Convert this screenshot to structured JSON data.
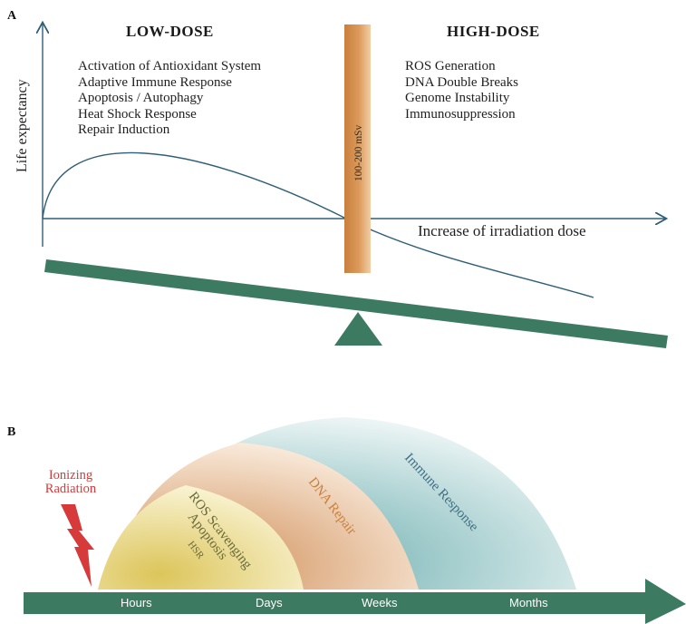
{
  "panel_a": {
    "letter": "A",
    "low_dose_title": "LOW-DOSE",
    "high_dose_title": "HIGH-DOSE",
    "low_dose_effects": [
      "Activation of Antioxidant System",
      "Adaptive Immune Response",
      "Apoptosis / Autophagy",
      "Heat Shock Response",
      "Repair Induction"
    ],
    "high_dose_effects": [
      "ROS Generation",
      "DNA Double Breaks",
      "Genome Instability",
      "Immunosuppression"
    ],
    "y_axis_label": "Life expectancy",
    "x_axis_label": "Increase of irradiation dose",
    "threshold_label": "100-200 mSv"
  },
  "panel_b": {
    "letter": "B",
    "trigger_label_line1": "Ionizing",
    "trigger_label_line2": "Radiation",
    "phases": {
      "inner_line1": "ROS Scavenging",
      "inner_line2": "Apoptosis",
      "inner_line3": "HSR",
      "middle": "DNA Repair",
      "outer": "Immune Response"
    },
    "timeline": [
      "Hours",
      "Days",
      "Weeks",
      "Months"
    ]
  },
  "colors": {
    "beam_green": "#3c7a62",
    "threshold_bar": "#d08a45",
    "curve_line": "#2f5f78",
    "radiation_red": "#d63a3a",
    "ros_yellow": "#e6d373",
    "dna_orange": "#e0a46c",
    "immune_teal": "#8fc6c4"
  }
}
